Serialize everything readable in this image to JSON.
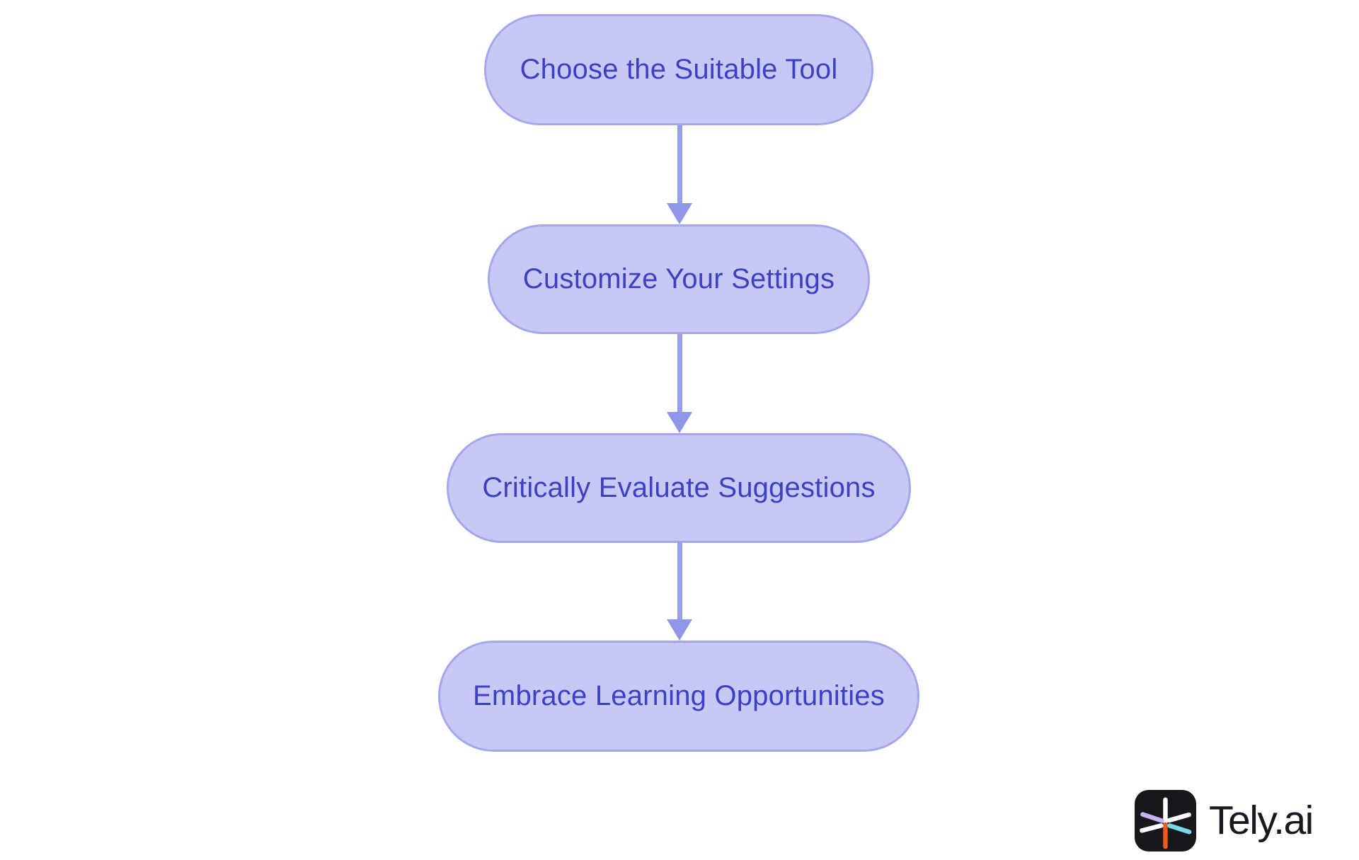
{
  "flow": {
    "nodes": [
      {
        "id": "choose-tool",
        "label": "Choose the Suitable Tool"
      },
      {
        "id": "customize-settings",
        "label": "Customize Your Settings"
      },
      {
        "id": "evaluate-suggestions",
        "label": "Critically Evaluate Suggestions"
      },
      {
        "id": "embrace-learning",
        "label": "Embrace Learning Opportunities"
      }
    ],
    "edges": [
      {
        "from": "choose-tool",
        "to": "customize-settings"
      },
      {
        "from": "customize-settings",
        "to": "evaluate-suggestions"
      },
      {
        "from": "evaluate-suggestions",
        "to": "embrace-learning"
      }
    ]
  },
  "branding": {
    "logo_text": "Tely.ai",
    "logo_icon": "starburst-icon"
  },
  "colors": {
    "background": "#ffffff",
    "node_fill": "#c7c9f4",
    "node_border": "#a3a8ee",
    "node_text": "#3b40c4",
    "arrow": "#8f96ea",
    "logo_square": "#17181c",
    "logo_text_color": "#16191f",
    "spoke_white": "#ffffff",
    "spoke_orange": "#f0581e",
    "spoke_lavender": "#c9b1f5",
    "spoke_cyan": "#7ad9e8"
  }
}
